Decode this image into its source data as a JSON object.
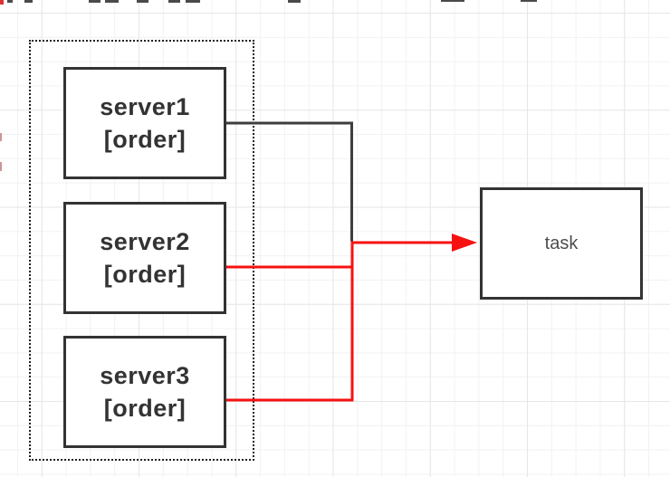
{
  "colors": {
    "edge_red": "#f71111",
    "edge_dark": "#3d3d3d",
    "node_border": "#333333",
    "server_text": "#333333",
    "task_text": "#4d4d4d",
    "group_border": "#1f1f1f"
  },
  "nodes": {
    "server1": {
      "label": "server1",
      "sublabel": "[order]"
    },
    "server2": {
      "label": "server2",
      "sublabel": "[order]"
    },
    "server3": {
      "label": "server3",
      "sublabel": "[order]"
    },
    "task": {
      "label": "task"
    }
  },
  "edges": [
    {
      "from": "server1",
      "to": "task",
      "style": "dark",
      "arrow": "none"
    },
    {
      "from": "server2",
      "to": "task",
      "style": "red",
      "arrow": "none"
    },
    {
      "from": "server3",
      "to": "task",
      "style": "red",
      "arrow": "none"
    },
    {
      "from": "junction",
      "to": "task",
      "style": "red",
      "arrow": "block"
    }
  ]
}
